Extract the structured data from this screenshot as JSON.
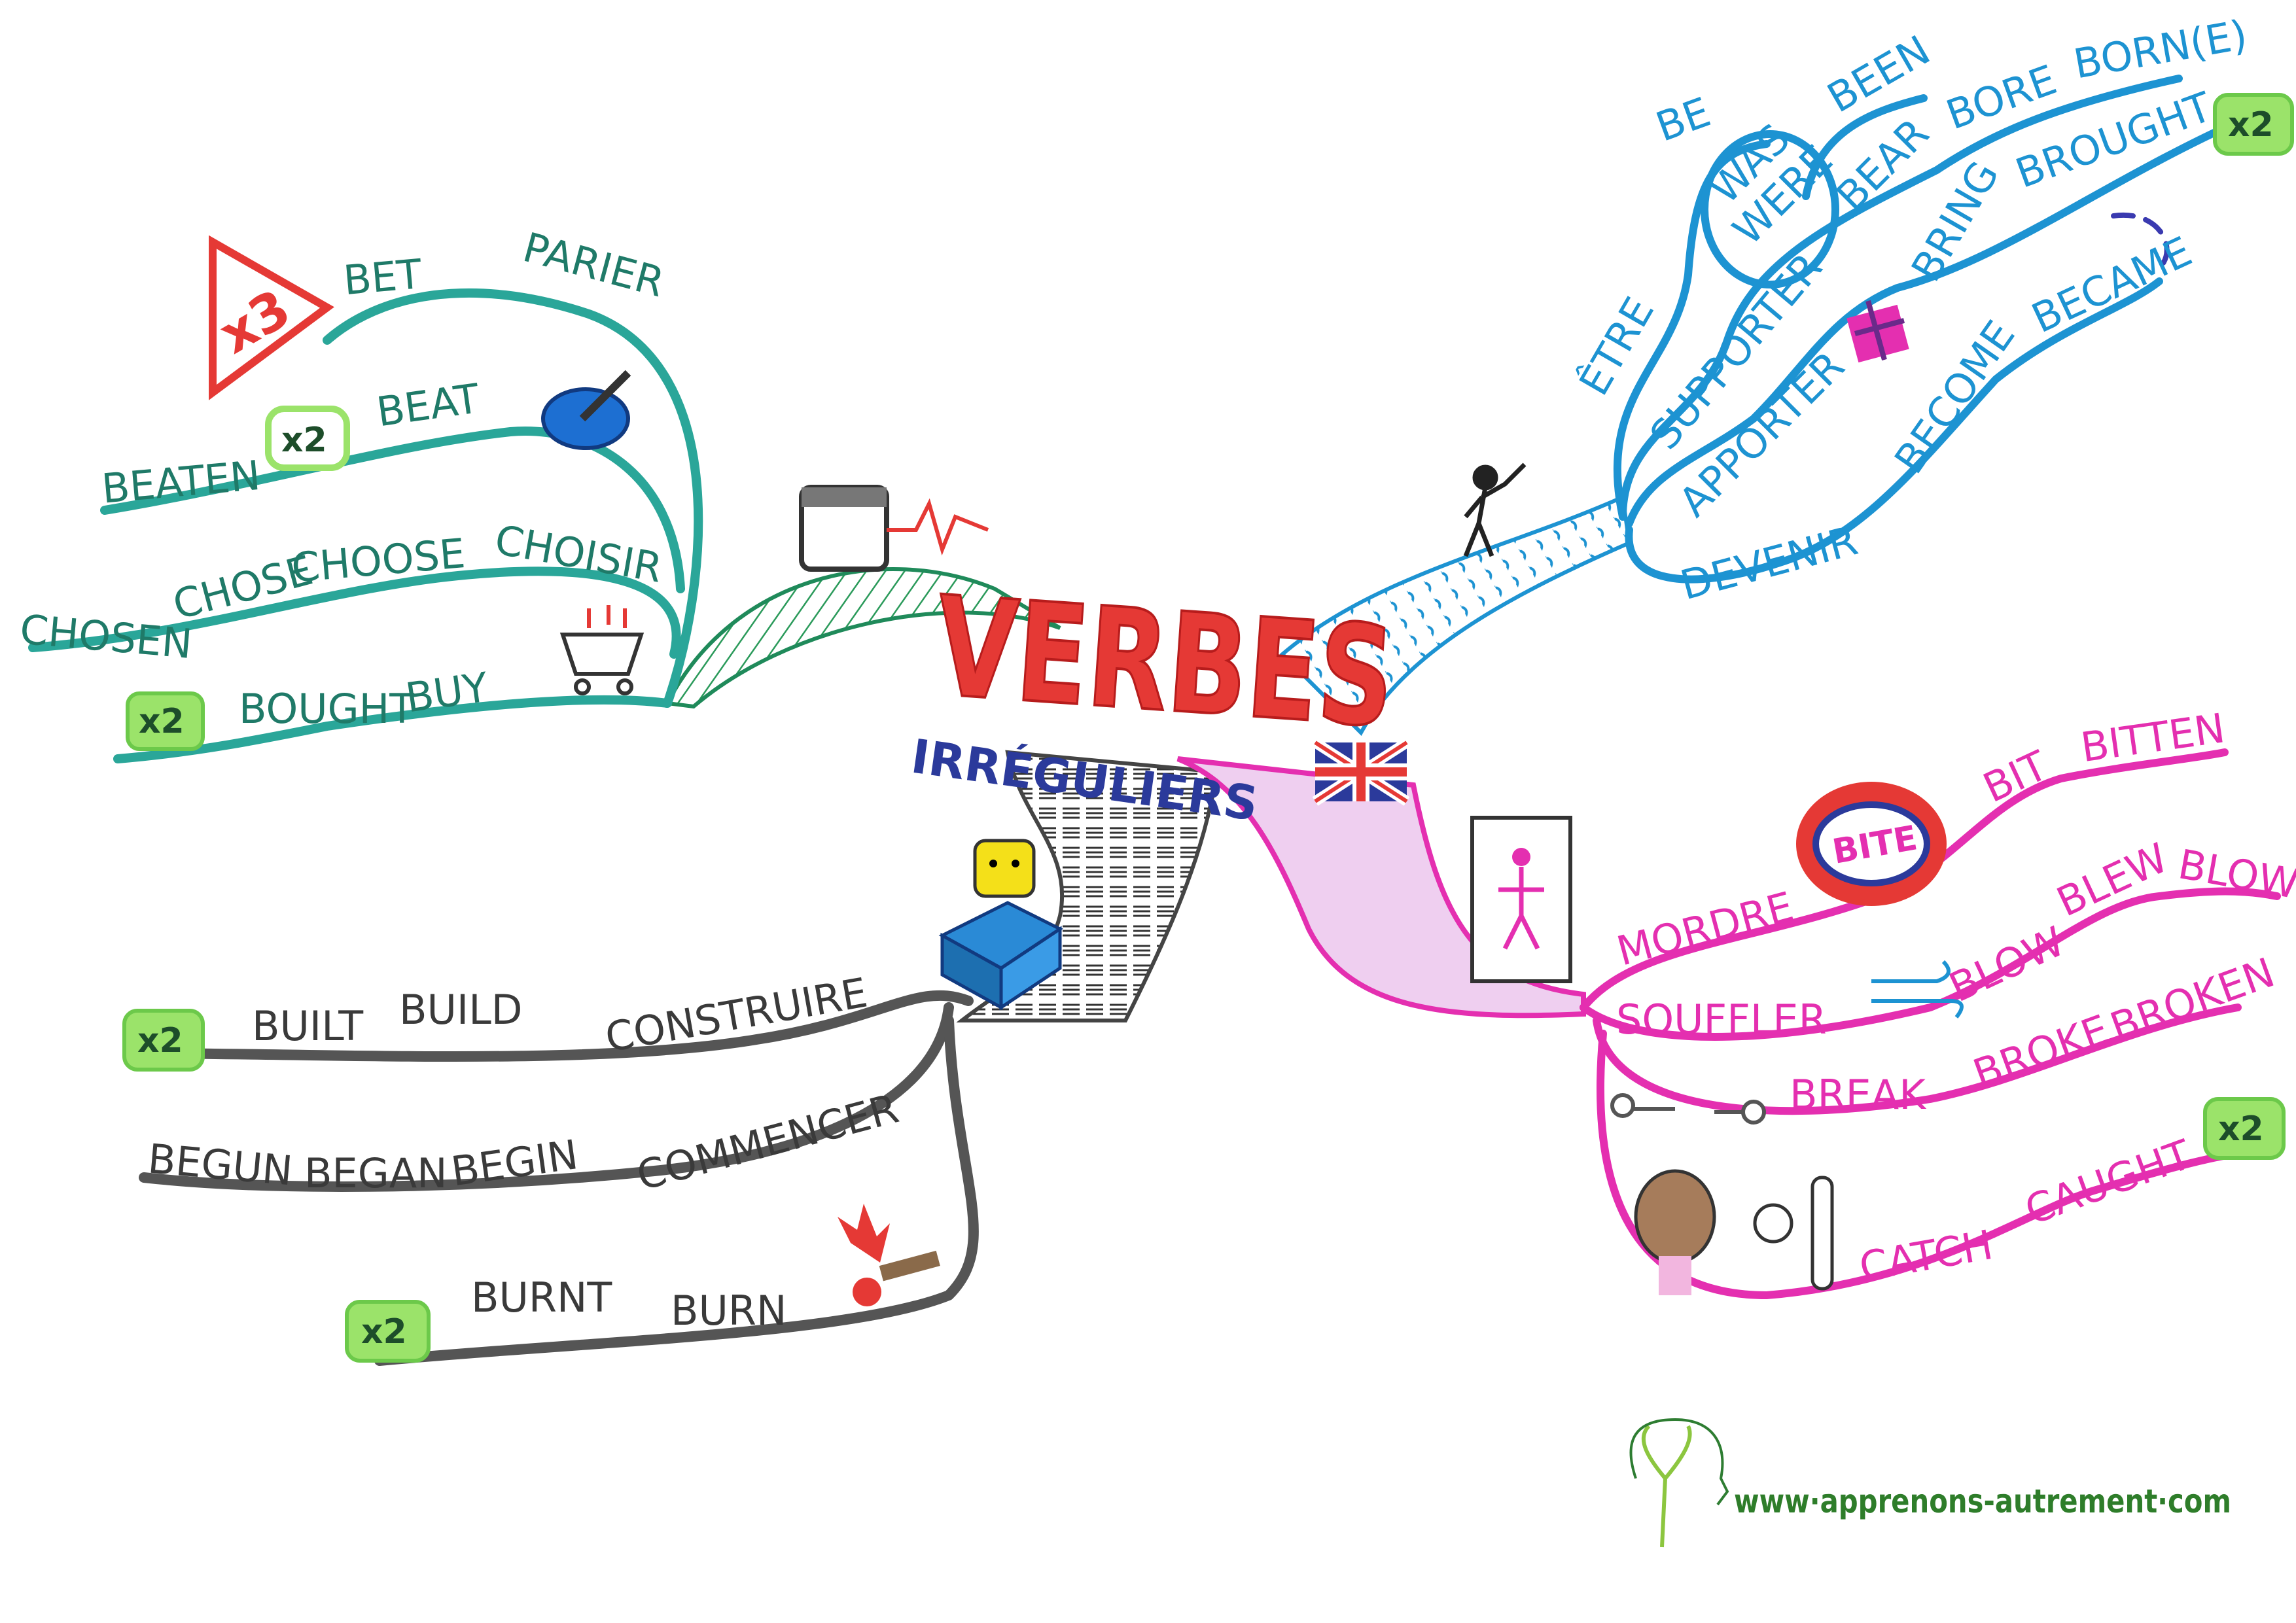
{
  "title": "VERBES",
  "subtitle": "IRRÉGULIERS",
  "colors": {
    "green": "#2aa699",
    "grey": "#555555",
    "blue": "#1d93d2",
    "pink": "#e42fb0",
    "red": "#e53935",
    "navy": "#2b3a9b",
    "badge": "#9be36a"
  },
  "green_branch": {
    "badge_x3": "x3",
    "bet": {
      "fr": "PARIER",
      "base": "BET"
    },
    "beat": {
      "base": "BEAT",
      "badge": "x2",
      "pp": "BEATEN"
    },
    "choose": {
      "fr": "CHOISIR",
      "base": "CHOOSE",
      "past": "CHOSE",
      "pp": "CHOSEN"
    },
    "buy": {
      "base": "BUY",
      "past": "BOUGHT",
      "badge": "x2"
    }
  },
  "grey_branch": {
    "build": {
      "fr": "CONSTRUIRE",
      "base": "BUILD",
      "past": "BUILT",
      "badge": "x2"
    },
    "begin": {
      "fr": "COMMENCER",
      "base": "BEGIN",
      "past": "BEGAN",
      "pp": "BEGUN"
    },
    "burn": {
      "base": "BURN",
      "past": "BURNT",
      "badge": "x2"
    }
  },
  "blue_branch": {
    "be": {
      "fr": "ÊTRE",
      "base": "BE",
      "past1": "WAS",
      "past2": "WERE",
      "pp": "BEEN"
    },
    "bear": {
      "fr": "SUPPORTER",
      "base": "BEAR",
      "past": "BORE",
      "pp": "BORN(E)"
    },
    "bring": {
      "fr": "APPORTER",
      "base": "BRING",
      "past": "BROUGHT",
      "badge": "x2"
    },
    "become": {
      "fr": "DEVENIR",
      "base": "BECOME",
      "past": "BECAME"
    }
  },
  "pink_branch": {
    "bite": {
      "fr": "MORDRE",
      "icon_label": "BITE",
      "past": "BIT",
      "pp": "BITTEN"
    },
    "blow": {
      "fr": "SOUFFLER",
      "base": "BLOW",
      "past": "BLEW",
      "pp": "BLOWN"
    },
    "break": {
      "base": "BREAK",
      "past": "BROKE",
      "pp": "BROKEN"
    },
    "catch": {
      "base": "CATCH",
      "past": "CAUGHT",
      "badge": "x2"
    }
  },
  "logo": {
    "text": "www·apprenons-autrement·com"
  }
}
